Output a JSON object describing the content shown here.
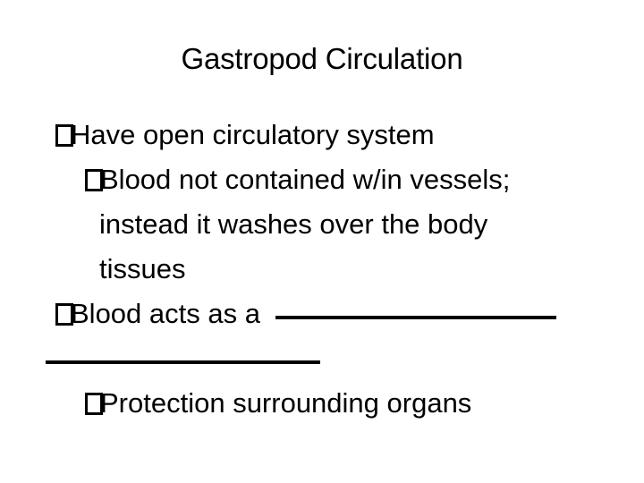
{
  "slide": {
    "title": "Gastropod Circulation",
    "bullet_glyph": "missing-glyph-box",
    "text_color": "#000000",
    "background_color": "#ffffff",
    "lines": [
      {
        "id": "bullet-1",
        "level": 1,
        "marker": "□",
        "text": "Have open circulatory system"
      },
      {
        "id": "bullet-1-sub-1",
        "level": 2,
        "marker": "□",
        "text": "Blood not contained w/in vessels;"
      },
      {
        "id": "bullet-1-sub-1-cont-1",
        "level": 2,
        "marker": "",
        "text": "instead it washes over the body"
      },
      {
        "id": "bullet-1-sub-1-cont-2",
        "level": 2,
        "marker": "",
        "text": "tissues"
      },
      {
        "id": "bullet-2",
        "level": 1,
        "marker": "□",
        "text": "Blood acts as a "
      },
      {
        "id": "bullet-2-blank-cont",
        "level": 2,
        "marker": "",
        "text": ""
      },
      {
        "id": "bullet-2-sub-1",
        "level": 2,
        "marker": "□",
        "text": "Protection surrounding organs"
      }
    ],
    "fill_in_blank": {
      "label": "fill-in-the-blank underline",
      "segment_1": "________",
      "segment_2": "_______"
    }
  }
}
